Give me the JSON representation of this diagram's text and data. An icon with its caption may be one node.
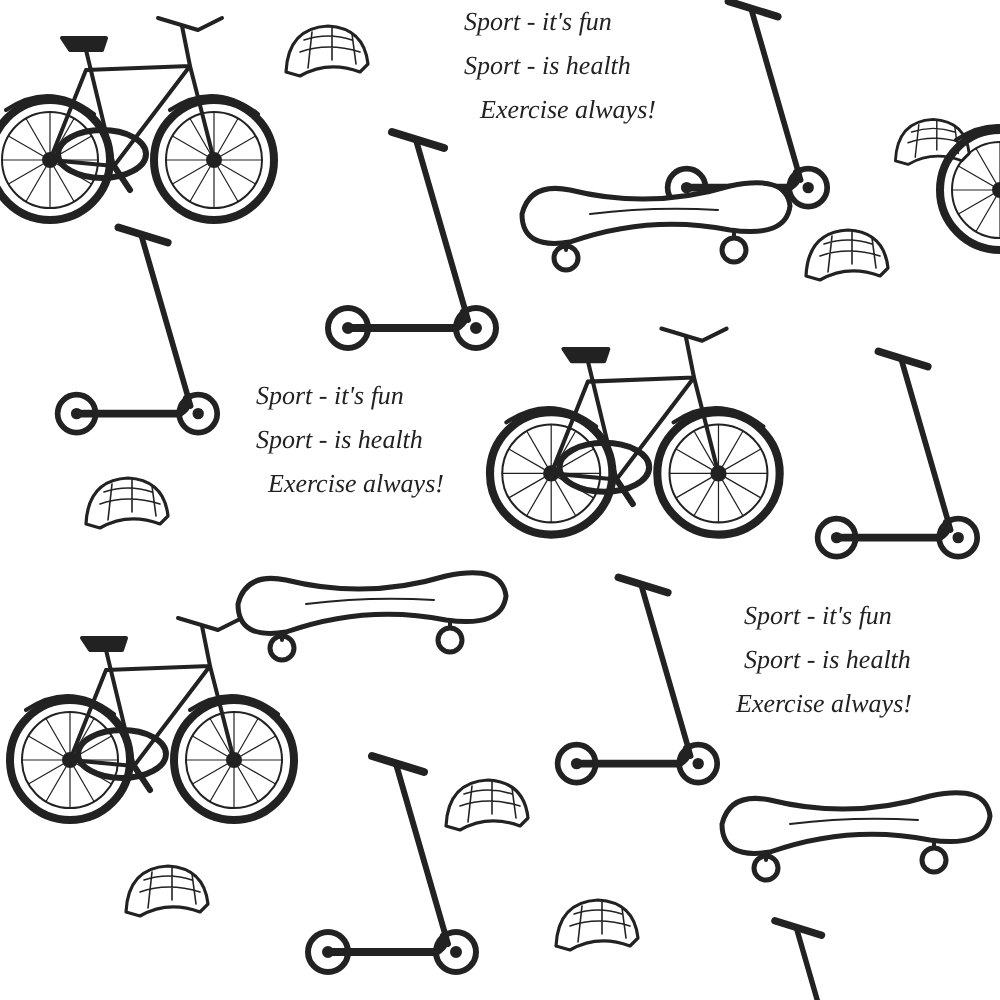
{
  "diagram": {
    "labels": [
      "Sport - it's fun",
      "Sport - is health",
      "Exercise always!",
      "Sport - it's fun",
      "Sport - is health",
      "Exercise always!",
      "Sport - it's fun",
      "Sport - is health",
      "Exercise always!"
    ]
  }
}
